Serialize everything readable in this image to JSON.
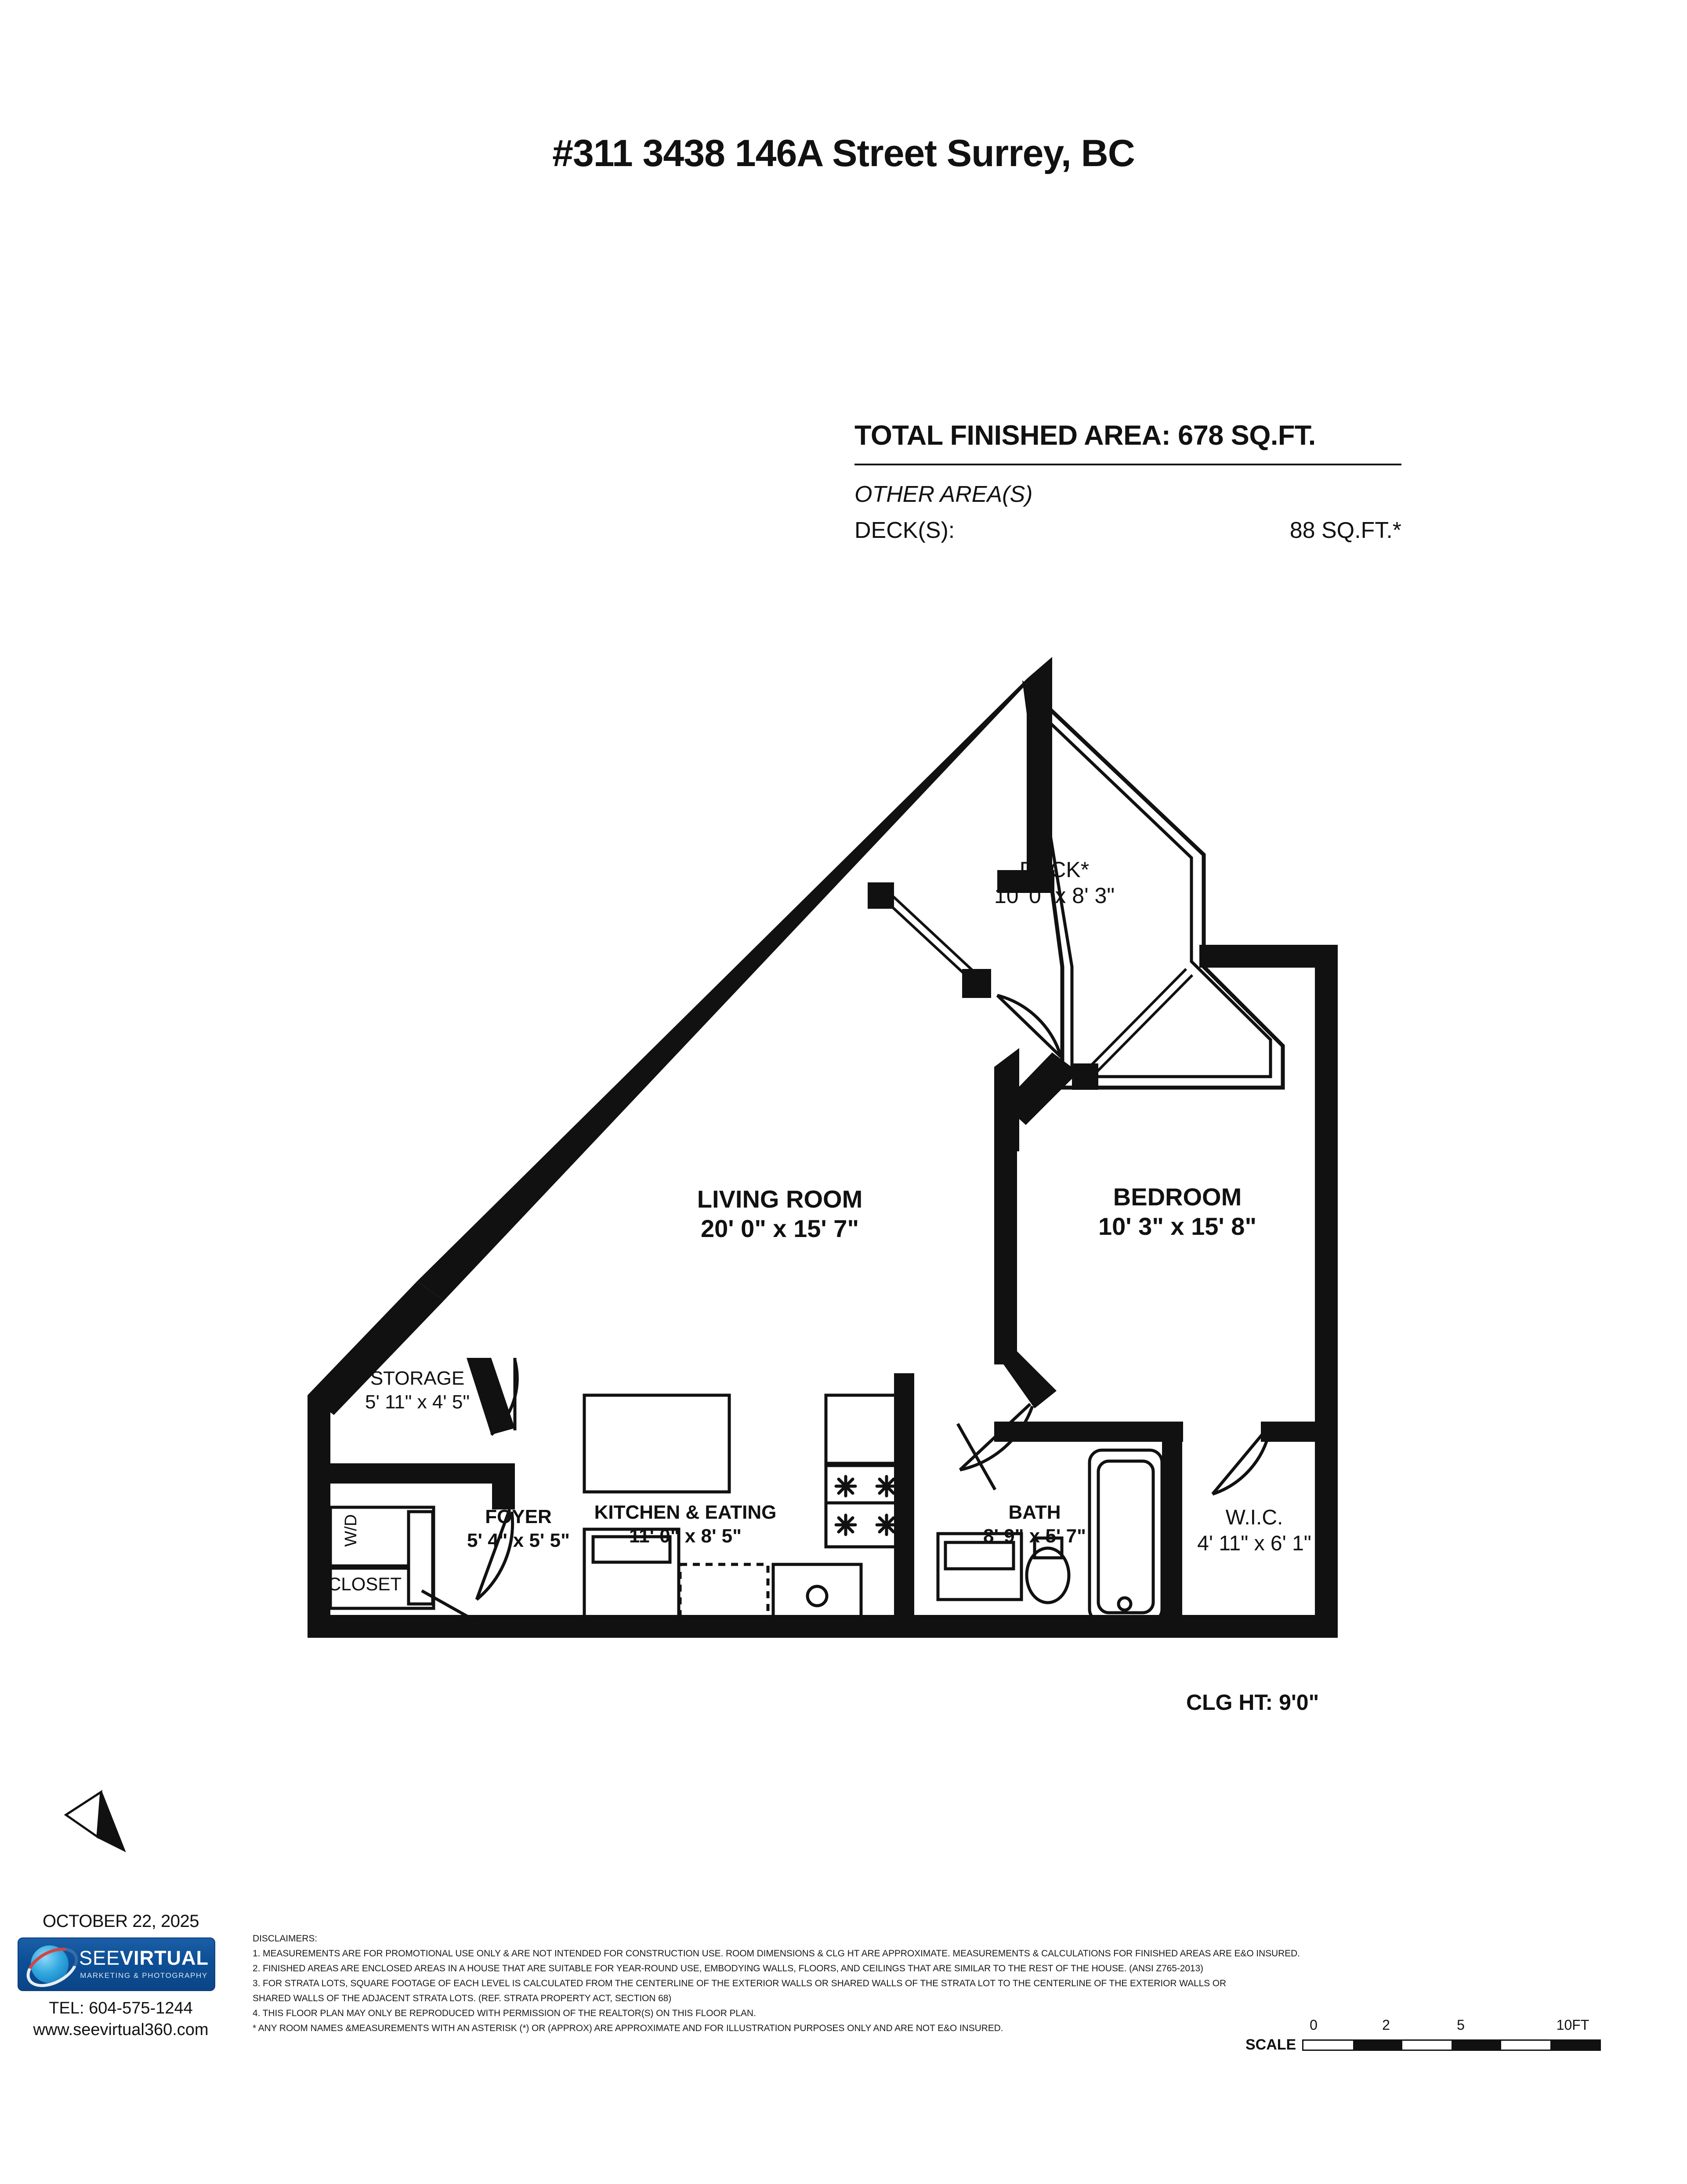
{
  "title": "#311 3438 146A Street Surrey, BC",
  "summary": {
    "total_area_line": "TOTAL FINISHED AREA: 678 SQ.FT.",
    "other_area_label": "OTHER AREA(S)",
    "deck_label": "DECK(S):",
    "deck_value": "88 SQ.FT.*"
  },
  "rooms": [
    {
      "name": "DECK*",
      "dim": "10' 0\" x 8' 3\""
    },
    {
      "name": "LIVING ROOM",
      "dim": "20' 0\" x 15' 7\""
    },
    {
      "name": "BEDROOM",
      "dim": "10' 3\" x 15' 8\""
    },
    {
      "name": "STORAGE",
      "dim": "5' 11\" x 4' 5\""
    },
    {
      "name": "FOYER",
      "dim": "5' 4\" x 5' 5\""
    },
    {
      "name": "KITCHEN & EATING",
      "dim": "11' 0\" x 8' 5\""
    },
    {
      "name": "BATH",
      "dim": "8' 9\" x 5' 7\""
    },
    {
      "name": "W.I.C.",
      "dim": "4' 11\" x 6' 1\""
    },
    {
      "name": "CLOSET",
      "dim": ""
    },
    {
      "name": "W/D",
      "dim": ""
    }
  ],
  "clg_ht": "CLG HT: 9'0\"",
  "north_label": "N",
  "brand": {
    "date": "OCTOBER 22, 2025",
    "logo_main_a": "SEE",
    "logo_main_b": "VIRTUAL",
    "logo_sub": "MARKETING & PHOTOGRAPHY",
    "tel": "TEL: 604-575-1244",
    "web": "www.seevirtual360.com"
  },
  "disclaimers": {
    "heading": "DISCLAIMERS:",
    "lines": [
      "1. MEASUREMENTS ARE FOR PROMOTIONAL USE ONLY & ARE NOT INTENDED FOR CONSTRUCTION USE. ROOM DIMENSIONS & CLG HT ARE APPROXIMATE. MEASUREMENTS & CALCULATIONS FOR FINISHED AREAS ARE E&O INSURED.",
      "2. FINISHED AREAS ARE ENCLOSED AREAS IN A HOUSE THAT ARE SUITABLE FOR YEAR-ROUND USE, EMBODYING WALLS, FLOORS, AND CEILINGS THAT ARE SIMILAR TO THE REST OF THE HOUSE. (ANSI Z765-2013)",
      "3. FOR STRATA LOTS, SQUARE FOOTAGE OF EACH LEVEL IS CALCULATED FROM THE CENTERLINE OF THE EXTERIOR WALLS OR SHARED WALLS OF THE STRATA LOT TO THE CENTERLINE OF THE EXTERIOR WALLS OR",
      "SHARED WALLS OF THE ADJACENT STRATA LOTS. (REF. STRATA PROPERTY ACT, SECTION 68)",
      "4. THIS FLOOR PLAN MAY ONLY BE REPRODUCED WITH PERMISSION OF THE REALTOR(S) ON THIS FLOOR PLAN.",
      "* ANY ROOM NAMES  &MEASUREMENTS WITH AN ASTERISK (*) OR (APPROX) ARE APPROXIMATE AND FOR ILLUSTRATION PURPOSES ONLY AND ARE NOT E&O INSURED."
    ]
  },
  "scale": {
    "word": "SCALE",
    "ticks": [
      "0",
      "2",
      "5",
      "10FT"
    ]
  }
}
